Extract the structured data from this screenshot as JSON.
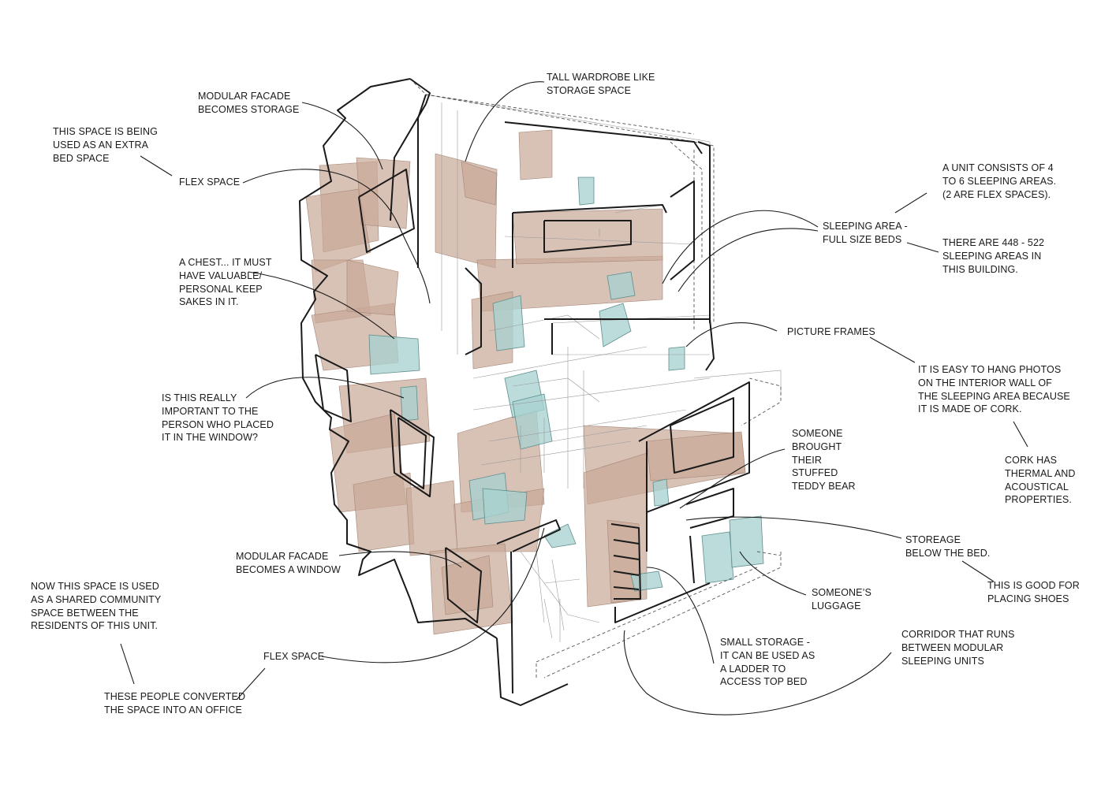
{
  "colors": {
    "ink": "#1a1a1a",
    "storage_fill": "#c9a999",
    "object_fill": "#a8d2cf",
    "background": "#ffffff"
  },
  "annotations": {
    "modular_facade_storage": [
      "MODULAR FACADE",
      "BECOMES STORAGE"
    ],
    "tall_wardrobe": [
      "TALL WARDROBE LIKE",
      "STORAGE SPACE"
    ],
    "extra_bed_space": [
      "THIS SPACE IS BEING",
      "USED AS AN EXTRA",
      "BED SPACE"
    ],
    "flex_space_top": [
      "FLEX SPACE"
    ],
    "unit_consists": [
      "A UNIT CONSISTS OF  4",
      "TO 6 SLEEPING AREAS.",
      "(2 ARE FLEX SPACES)."
    ],
    "sleeping_area": [
      "SLEEPING AREA -",
      "FULL SIZE BEDS"
    ],
    "sleeping_count": [
      "THERE ARE 448 - 522",
      "SLEEPING AREAS IN",
      "THIS BUILDING."
    ],
    "chest": [
      "A CHEST... IT MUST",
      "HAVE VALUABLE/",
      "PERSONAL KEEP",
      "SAKES IN IT."
    ],
    "picture_frames": [
      "PICTURE FRAMES"
    ],
    "hang_photos": [
      "IT IS EASY TO HANG PHOTOS",
      "ON THE INTERIOR WALL OF",
      "THE SLEEPING AREA BECAUSE",
      "IT IS MADE OF CORK."
    ],
    "window_object": [
      "IS THIS REALLY",
      "IMPORTANT TO THE",
      "PERSON WHO PLACED",
      "IT IN THE WINDOW?"
    ],
    "teddy_bear": [
      "SOMEONE",
      "BROUGHT",
      "THEIR",
      "STUFFED",
      "TEDDY BEAR"
    ],
    "cork": [
      "CORK HAS",
      "THERMAL AND",
      "ACOUSTICAL",
      "PROPERTIES."
    ],
    "storage_below_bed": [
      "STOREAGE",
      "BELOW THE BED."
    ],
    "modular_facade_window": [
      "MODULAR FACADE",
      "BECOMES A WINDOW"
    ],
    "shoes": [
      "THIS IS GOOD FOR",
      "PLACING SHOES"
    ],
    "luggage": [
      "SOMEONE’S",
      "LUGGAGE"
    ],
    "community_space": [
      "NOW THIS SPACE IS USED",
      "AS A SHARED COMMUNITY",
      "SPACE BETWEEN THE",
      "RESIDENTS OF THIS UNIT."
    ],
    "corridor": [
      "CORRIDOR THAT RUNS",
      "BETWEEN MODULAR",
      "SLEEPING UNITS"
    ],
    "flex_space_bottom": [
      "FLEX SPACE"
    ],
    "small_storage": [
      "SMALL STORAGE -",
      "IT CAN BE USED AS",
      "A LADDER TO",
      "ACCESS TOP BED"
    ],
    "office": [
      "THESE PEOPLE CONVERTED",
      "THE SPACE INTO AN OFFICE"
    ]
  }
}
